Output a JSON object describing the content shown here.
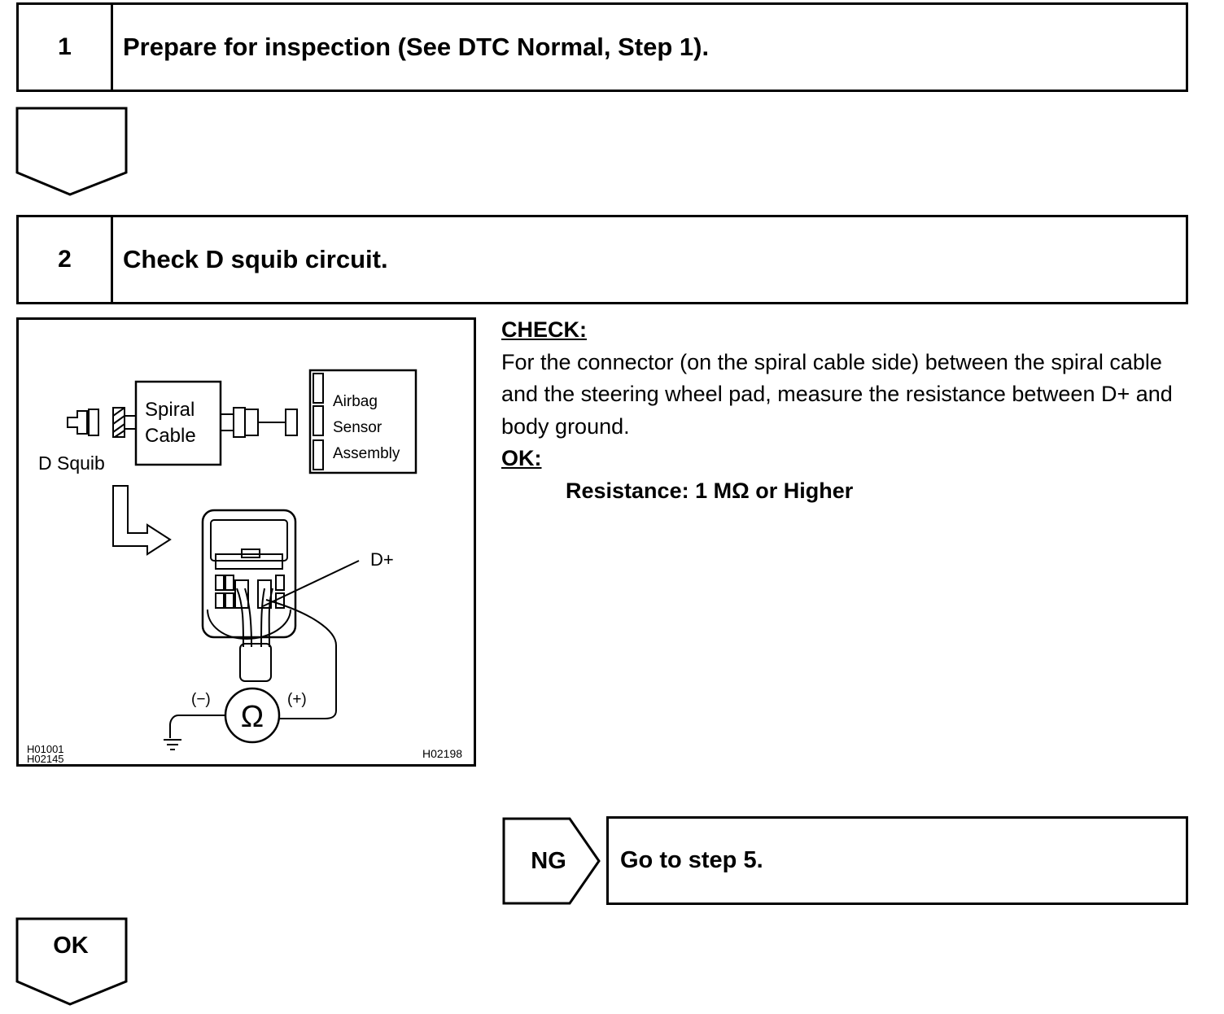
{
  "step1": {
    "number": "1",
    "title": "Prepare for inspection (See DTC Normal, Step 1)."
  },
  "step2": {
    "number": "2",
    "title": "Check D squib circuit."
  },
  "check": {
    "heading": "CHECK:",
    "body": "For the connector (on the spiral cable side) between the spiral cable and the steering wheel pad, measure the resistance between D+ and body ground.",
    "ok_heading": "OK:",
    "spec": "Resistance: 1 MΩ or Higher"
  },
  "figure": {
    "spiral_cable_line1": "Spiral",
    "spiral_cable_line2": "Cable",
    "airbag_line1": "Airbag",
    "airbag_line2": "Sensor",
    "airbag_line3": "Assembly",
    "d_squib": "D Squib",
    "d_plus": "D+",
    "minus": "(−)",
    "plus": "(+)",
    "ohm": "Ω",
    "code_left_1": "H01001",
    "code_left_2": "H02145",
    "code_right": "H02198"
  },
  "ng": {
    "label": "NG",
    "action": "Go to step 5."
  },
  "ok_flow": {
    "label": "OK"
  }
}
